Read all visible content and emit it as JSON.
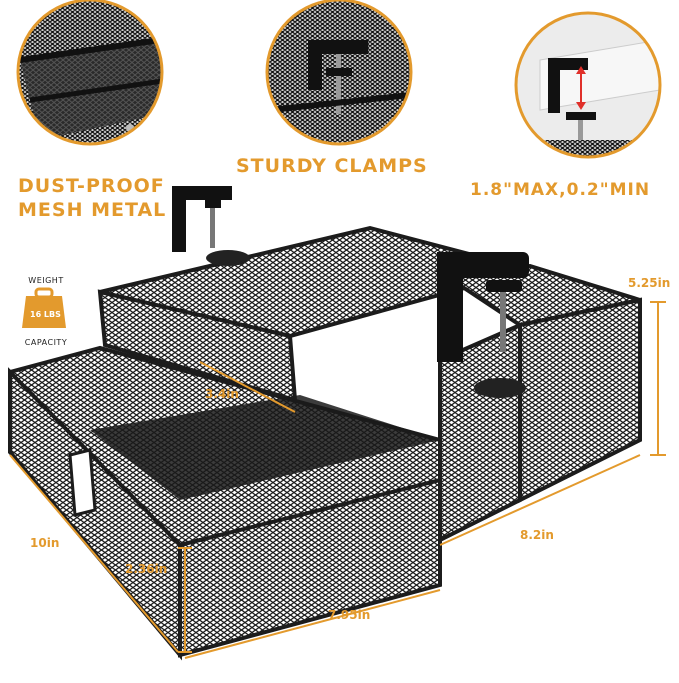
{
  "features": {
    "mesh_label_line1": "DUST-PROOF",
    "mesh_label_line2": "MESH METAL",
    "clamps_label": "STURDY CLAMPS",
    "clamp_range_label": "1.8\"MAX,0.2\"MIN"
  },
  "weight_badge": {
    "top_text": "WEIGHT",
    "value": "16 LBS",
    "bottom_text": "CAPACITY"
  },
  "dimensions": {
    "height_total": "5.25in",
    "drawer_gap": "3.4in",
    "depth": "10in",
    "drawer_height": "2.36in",
    "width_front": "7.95in",
    "width_side": "8.2in"
  },
  "colors": {
    "accent": "#e39a2d",
    "metal": "#1c1c1c",
    "background": "#ffffff"
  },
  "icons": [
    "mesh-closeup",
    "clamp-closeup",
    "clamp-range-closeup",
    "weight-icon"
  ]
}
